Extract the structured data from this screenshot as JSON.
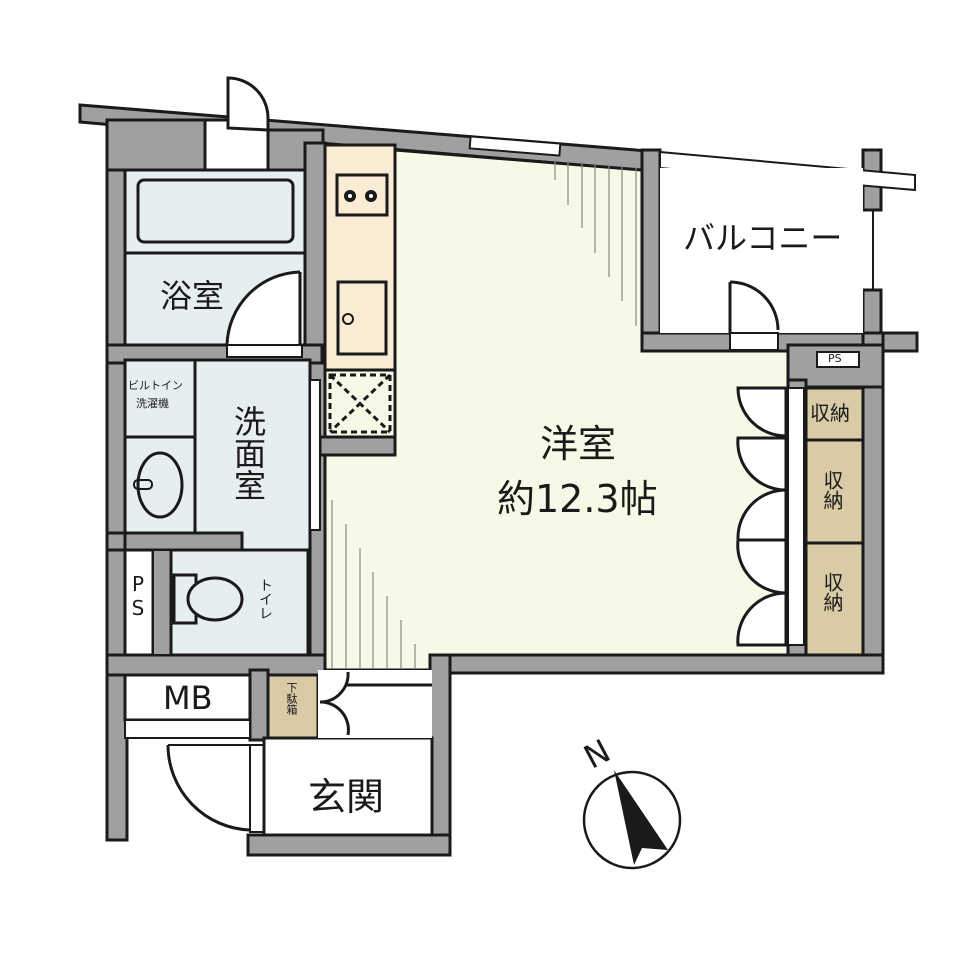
{
  "colors": {
    "wall": "#a0a0a0",
    "wall_outline": "#1a1a1a",
    "wet_room": "#e6eef0",
    "kitchen": "#f8ecd4",
    "western_room": "#f8f8e6",
    "storage": "#d9cba6",
    "white": "#ffffff"
  },
  "rooms": {
    "bathroom": {
      "label": "浴室"
    },
    "washroom": {
      "label": "洗面室"
    },
    "washer": {
      "label_line1": "ビルトイン",
      "label_line2": "洗濯機"
    },
    "toilet": {
      "label": "トイレ"
    },
    "ps_left": {
      "label": "PS"
    },
    "mb": {
      "label": "MB"
    },
    "shoe_box": {
      "label": "下駄箱"
    },
    "entrance": {
      "label": "玄関"
    },
    "western_room": {
      "label": "洋室",
      "area": "約12.3帖"
    },
    "balcony": {
      "label": "バルコニー"
    },
    "ps_right": {
      "label": "PS"
    },
    "storage_1": {
      "label": "収納"
    },
    "storage_2": {
      "label": "収納"
    },
    "storage_3": {
      "label": "収納"
    }
  },
  "compass": {
    "label": "N"
  }
}
